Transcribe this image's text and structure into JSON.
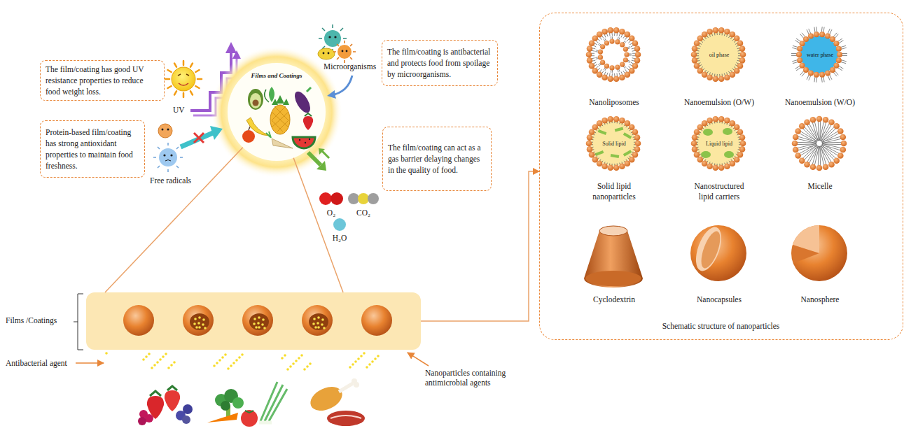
{
  "diagram": {
    "nodes": [
      {
        "text": [
          "The film/coating has good UV resistance properties to reduce food weight loss."
        ]
      },
      {
        "text": [
          "Protein-based film/coating has strong antioxidant properties to maintain food freshness."
        ]
      },
      {
        "text": [
          "Films and Coatings"
        ]
      },
      {
        "text": [
          "The film/coating is antibacterial and protects food from spoilage by microorganisms."
        ]
      },
      {
        "text": [
          "The film/coating can act as a gas barrier delaying changes in the quality of food."
        ]
      },
      {
        "text": [
          "Films /Coatings"
        ]
      },
      {
        "text": [
          "Schematic structure of nanoparticles"
        ]
      },
      {
        "text": [
          "Nanoliposomes"
        ],
        "in": 6
      },
      {
        "text": [
          "oil phase",
          "Nanoemulsion (O/W)"
        ],
        "in": 6
      },
      {
        "text": [
          "water phase",
          "Nanoemulsion (W/O)"
        ],
        "in": 6
      },
      {
        "text": [
          "Solid lipid",
          "Solid lipid nanoparticles"
        ],
        "in": 6
      },
      {
        "text": [
          "Liquid lipid",
          "Nanostructured lipid carriers"
        ],
        "in": 6
      },
      {
        "text": [
          "Micelle"
        ],
        "in": 6
      },
      {
        "text": [
          "Cyclodextrin"
        ],
        "in": 6
      },
      {
        "text": [
          "Nanocapsules"
        ],
        "in": 6
      },
      {
        "text": [
          "Nanosphere"
        ],
        "in": 6
      }
    ],
    "edges": [
      {
        "from": 2,
        "to": 5,
        "arrow": "none"
      },
      {
        "from": 2,
        "to": 5,
        "arrow": "none"
      },
      {
        "from": 5,
        "to": 6,
        "arrow": "to"
      }
    ],
    "labels": [
      "UV",
      "Microorganisms",
      "Free radicals",
      "O₂",
      "CO₂",
      "H₂O",
      "Antibacterial agent",
      "Nanoparticles containing antimicrobial agents"
    ]
  }
}
